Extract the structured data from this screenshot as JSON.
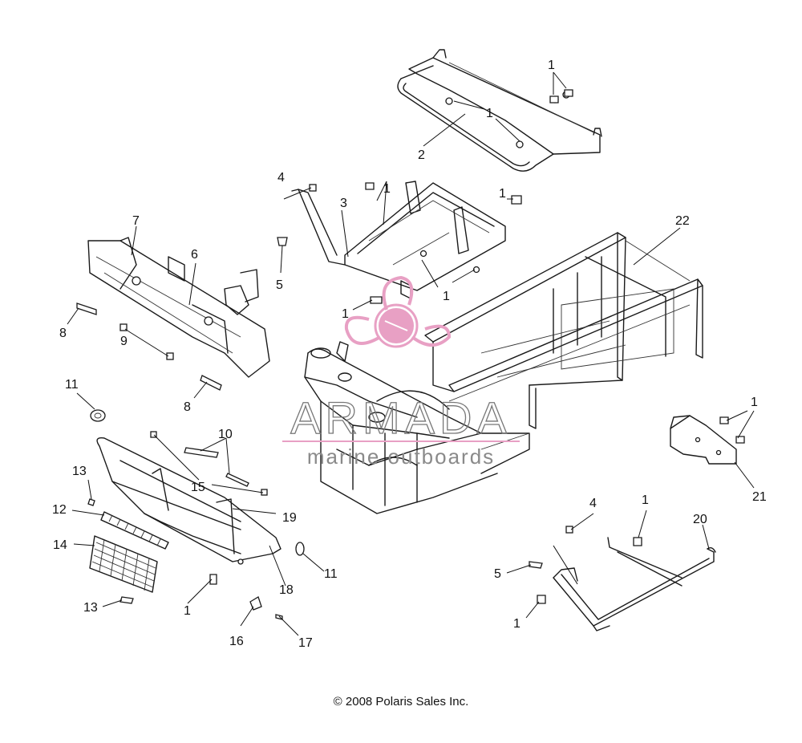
{
  "callouts": [
    {
      "id": "c1-top",
      "text": "1"
    },
    {
      "id": "c1-seat-a",
      "text": "1"
    },
    {
      "id": "c1-tray-a",
      "text": "1"
    },
    {
      "id": "c1-tray-b",
      "text": "1"
    },
    {
      "id": "c1-tray-c",
      "text": "1"
    },
    {
      "id": "c1-frame",
      "text": "1"
    },
    {
      "id": "c1-bracket",
      "text": "1"
    },
    {
      "id": "c1-rear-a",
      "text": "1"
    },
    {
      "id": "c1-rear-b",
      "text": "1"
    },
    {
      "id": "c1-bumper",
      "text": "1"
    },
    {
      "id": "c2",
      "text": "2"
    },
    {
      "id": "c3",
      "text": "3"
    },
    {
      "id": "c4-top",
      "text": "4"
    },
    {
      "id": "c4-rear",
      "text": "4"
    },
    {
      "id": "c5-top",
      "text": "5"
    },
    {
      "id": "c5-rear",
      "text": "5"
    },
    {
      "id": "c6",
      "text": "6"
    },
    {
      "id": "c7",
      "text": "7"
    },
    {
      "id": "c8-a",
      "text": "8"
    },
    {
      "id": "c8-b",
      "text": "8"
    },
    {
      "id": "c9",
      "text": "9"
    },
    {
      "id": "c10",
      "text": "10"
    },
    {
      "id": "c11-a",
      "text": "11"
    },
    {
      "id": "c11-b",
      "text": "11"
    },
    {
      "id": "c12",
      "text": "12"
    },
    {
      "id": "c13-a",
      "text": "13"
    },
    {
      "id": "c13-b",
      "text": "13"
    },
    {
      "id": "c14",
      "text": "14"
    },
    {
      "id": "c15",
      "text": "15"
    },
    {
      "id": "c16",
      "text": "16"
    },
    {
      "id": "c17",
      "text": "17"
    },
    {
      "id": "c18",
      "text": "18"
    },
    {
      "id": "c19",
      "text": "19"
    },
    {
      "id": "c20",
      "text": "20"
    },
    {
      "id": "c21",
      "text": "21"
    },
    {
      "id": "c22",
      "text": "22"
    }
  ],
  "watermark": {
    "brand": "ARMADA",
    "tagline": "marine outboards",
    "logo_color": "#e8a0c4",
    "logo_icon": "propeller-icon"
  },
  "copyright": "© 2008 Polaris Sales Inc."
}
